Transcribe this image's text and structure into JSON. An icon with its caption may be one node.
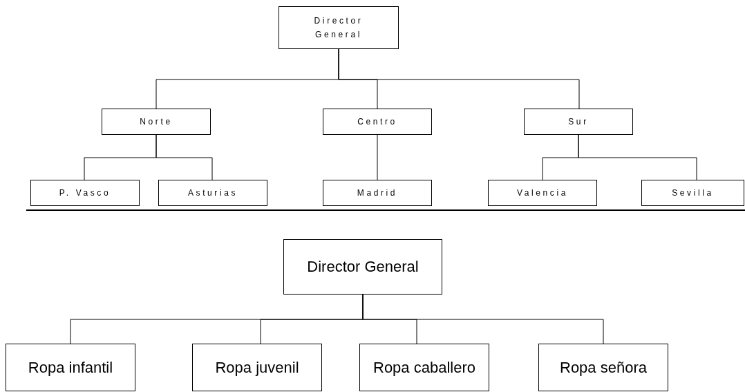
{
  "diagram": {
    "nodes": [
      {
        "text": [
          "Director General"
        ]
      },
      {
        "text": [
          "Norte"
        ]
      },
      {
        "text": [
          "Centro"
        ]
      },
      {
        "text": [
          "Sur"
        ]
      },
      {
        "text": [
          "P. Vasco"
        ]
      },
      {
        "text": [
          "Asturias"
        ]
      },
      {
        "text": [
          "Madrid"
        ]
      },
      {
        "text": [
          "Valencia"
        ]
      },
      {
        "text": [
          "Sevilla"
        ]
      },
      {
        "text": [
          "Director General"
        ]
      },
      {
        "text": [
          "Ropa infantil"
        ]
      },
      {
        "text": [
          "Ropa juvenil"
        ]
      },
      {
        "text": [
          "Ropa caballero"
        ]
      },
      {
        "text": [
          "Ropa señora"
        ]
      }
    ],
    "edges": [
      {
        "from": 0,
        "to": 1,
        "arrow": "none"
      },
      {
        "from": 0,
        "to": 2,
        "arrow": "none"
      },
      {
        "from": 0,
        "to": 3,
        "arrow": "none"
      },
      {
        "from": 1,
        "to": 4,
        "arrow": "none"
      },
      {
        "from": 1,
        "to": 5,
        "arrow": "none"
      },
      {
        "from": 2,
        "to": 6,
        "arrow": "none"
      },
      {
        "from": 3,
        "to": 7,
        "arrow": "none"
      },
      {
        "from": 3,
        "to": 8,
        "arrow": "none"
      },
      {
        "from": 9,
        "to": 10,
        "arrow": "none"
      },
      {
        "from": 9,
        "to": 11,
        "arrow": "none"
      },
      {
        "from": 9,
        "to": 12,
        "arrow": "none"
      },
      {
        "from": 9,
        "to": 13,
        "arrow": "none"
      }
    ]
  }
}
